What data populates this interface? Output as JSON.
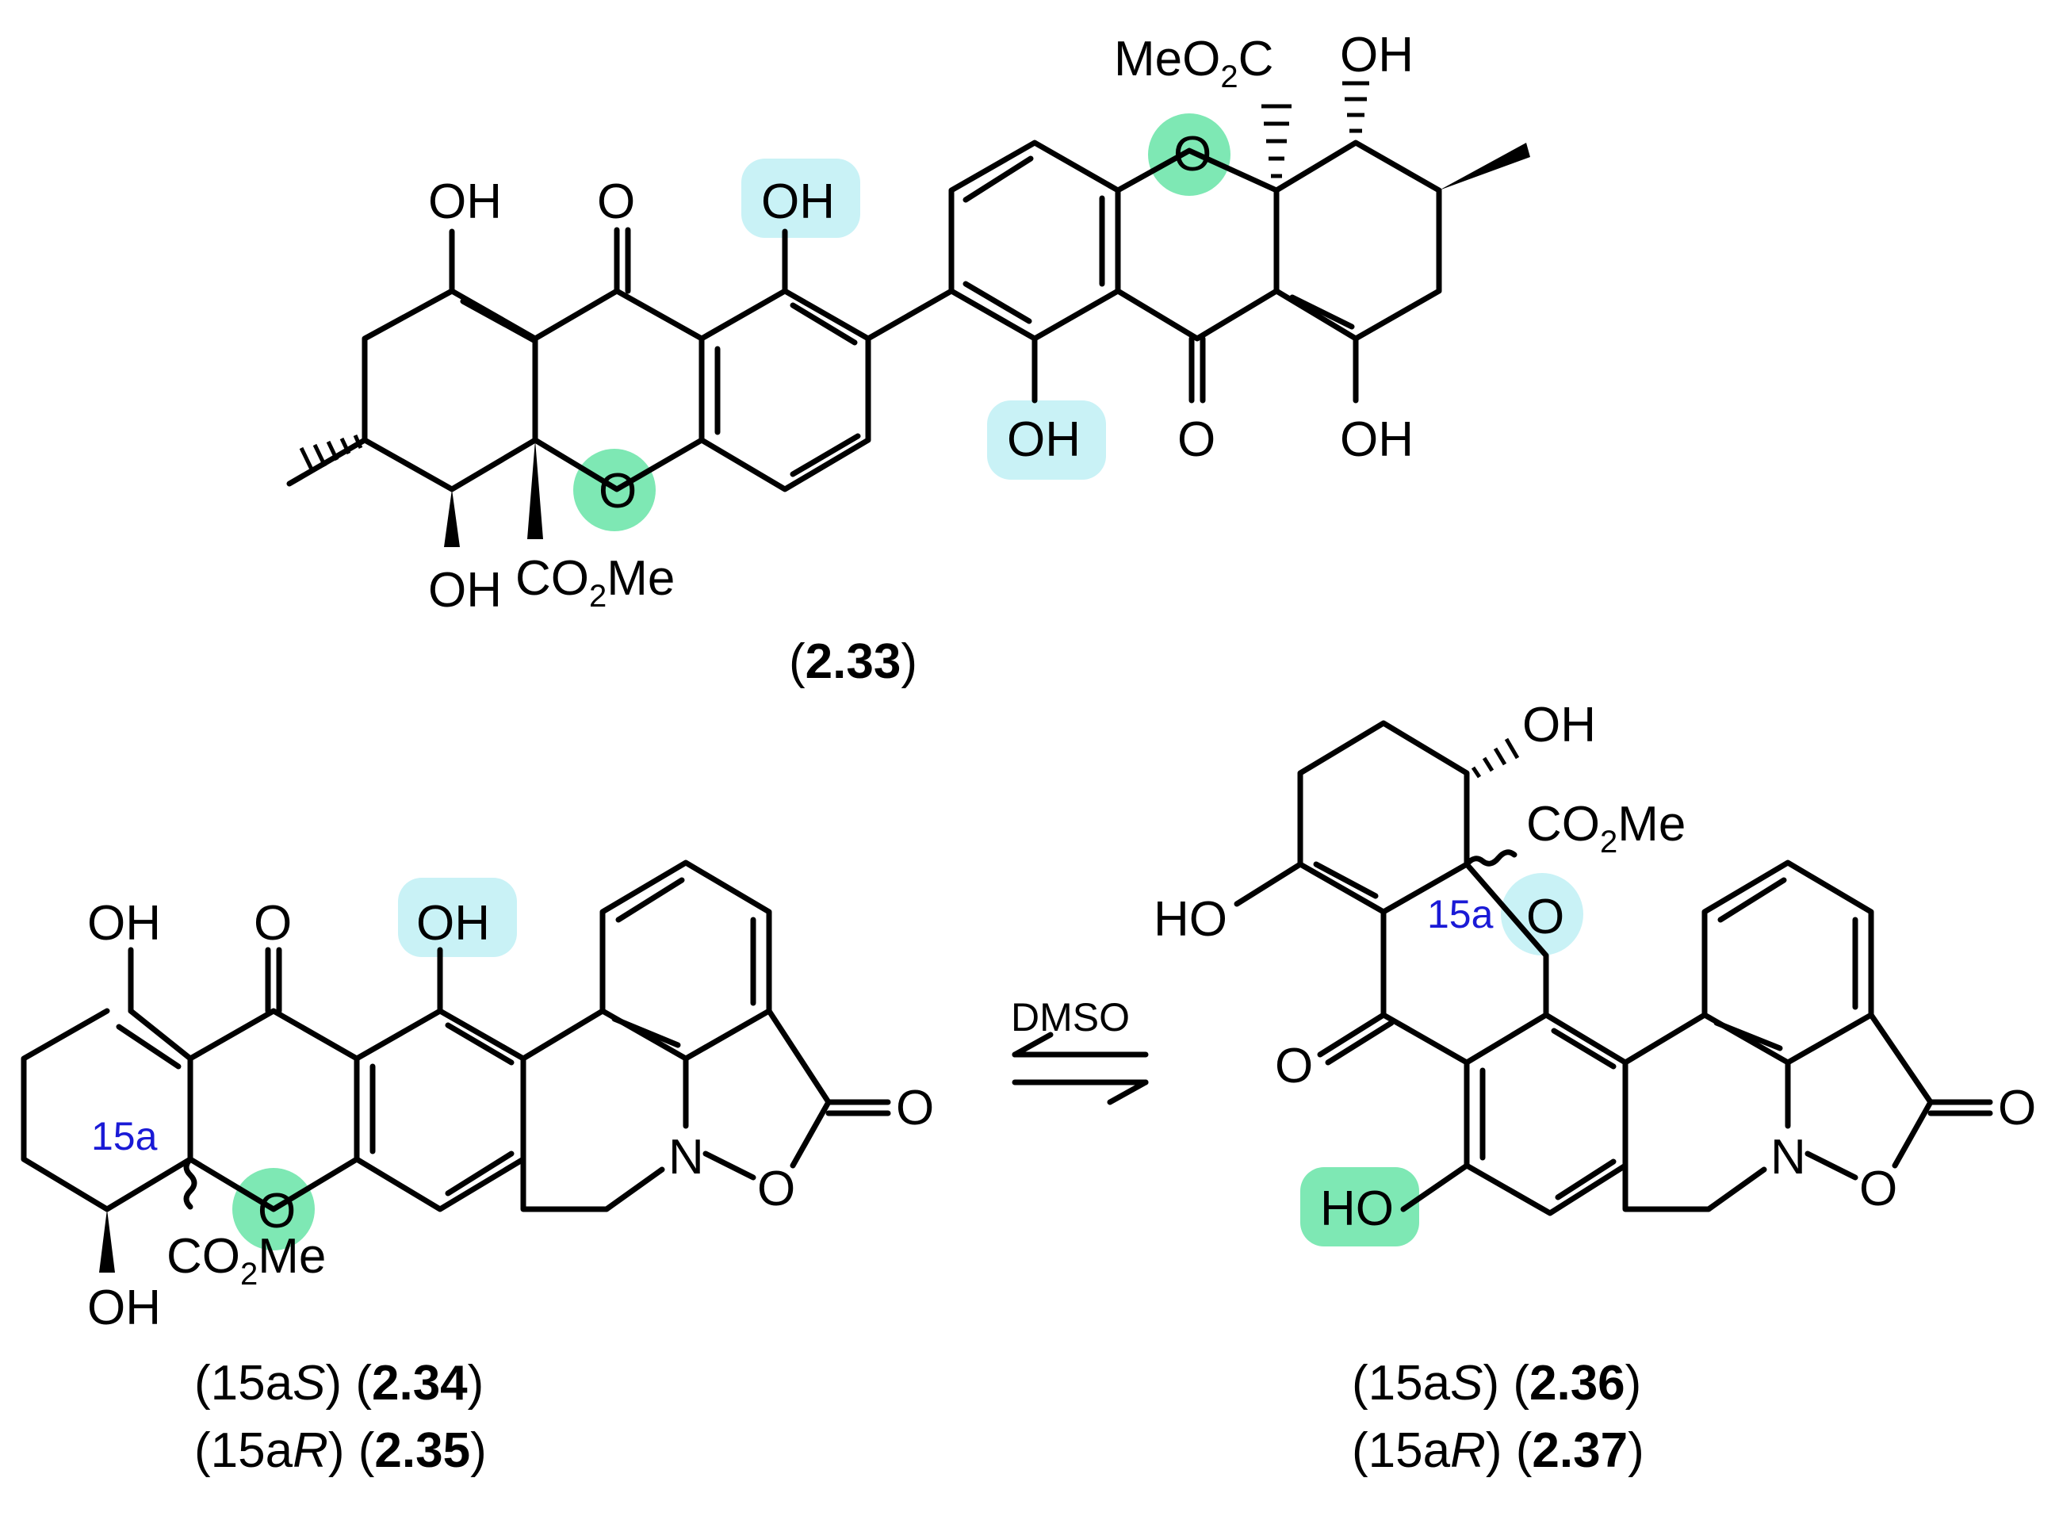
{
  "top_compound": {
    "caption_open": "(",
    "caption_id": "2.33",
    "caption_close": ")",
    "labels": {
      "oh_left_top": "OH",
      "o_ketone_left": "O",
      "oh_highlight_left": "OH",
      "o_ring_left": "O",
      "oh_left_bottom": "OH",
      "co2me_left": "CO2Me",
      "oh_highlight_right": "OH",
      "o_ketone_right": "O",
      "oh_right_bottom": "OH",
      "o_ring_right": "O",
      "meo2c_right": "MeO2C",
      "oh_right_top": "OH"
    }
  },
  "left_compound": {
    "labels": {
      "oh_top": "OH",
      "o_ketone": "O",
      "oh_highlight": "OH",
      "num_15a": "15a",
      "o_ring": "O",
      "co2me": "CO2Me",
      "oh_bottom": "OH",
      "n": "N",
      "o_no": "O",
      "o_carbonyl": "O"
    },
    "caption_line1": {
      "open": "(15a",
      "italic": "S",
      "mid": ") (",
      "bold": "2.34",
      "close": ")"
    },
    "caption_line2": {
      "open": "(15a",
      "italic": "R",
      "mid": ") (",
      "bold": "2.35",
      "close": ")"
    }
  },
  "right_compound": {
    "labels": {
      "oh_top": "OH",
      "co2me": "CO2Me",
      "ho_left": "HO",
      "num_15a": "15a",
      "o_ring": "O",
      "o_ketone": "O",
      "ho_highlight": "HO",
      "n": "N",
      "o_no": "O",
      "o_carbonyl": "O"
    },
    "caption_line1": {
      "open": "(15a",
      "italic": "S",
      "mid": ") (",
      "bold": "2.36",
      "close": ")"
    },
    "caption_line2": {
      "open": "(15a",
      "italic": "R",
      "mid": ") (",
      "bold": "2.37",
      "close": ")"
    }
  },
  "equilibrium": {
    "reagent": "DMSO"
  },
  "colors": {
    "highlight_cyan": "#c9f2f6",
    "highlight_green": "#7ee8b4",
    "locant_blue": "#1a1ad6"
  }
}
